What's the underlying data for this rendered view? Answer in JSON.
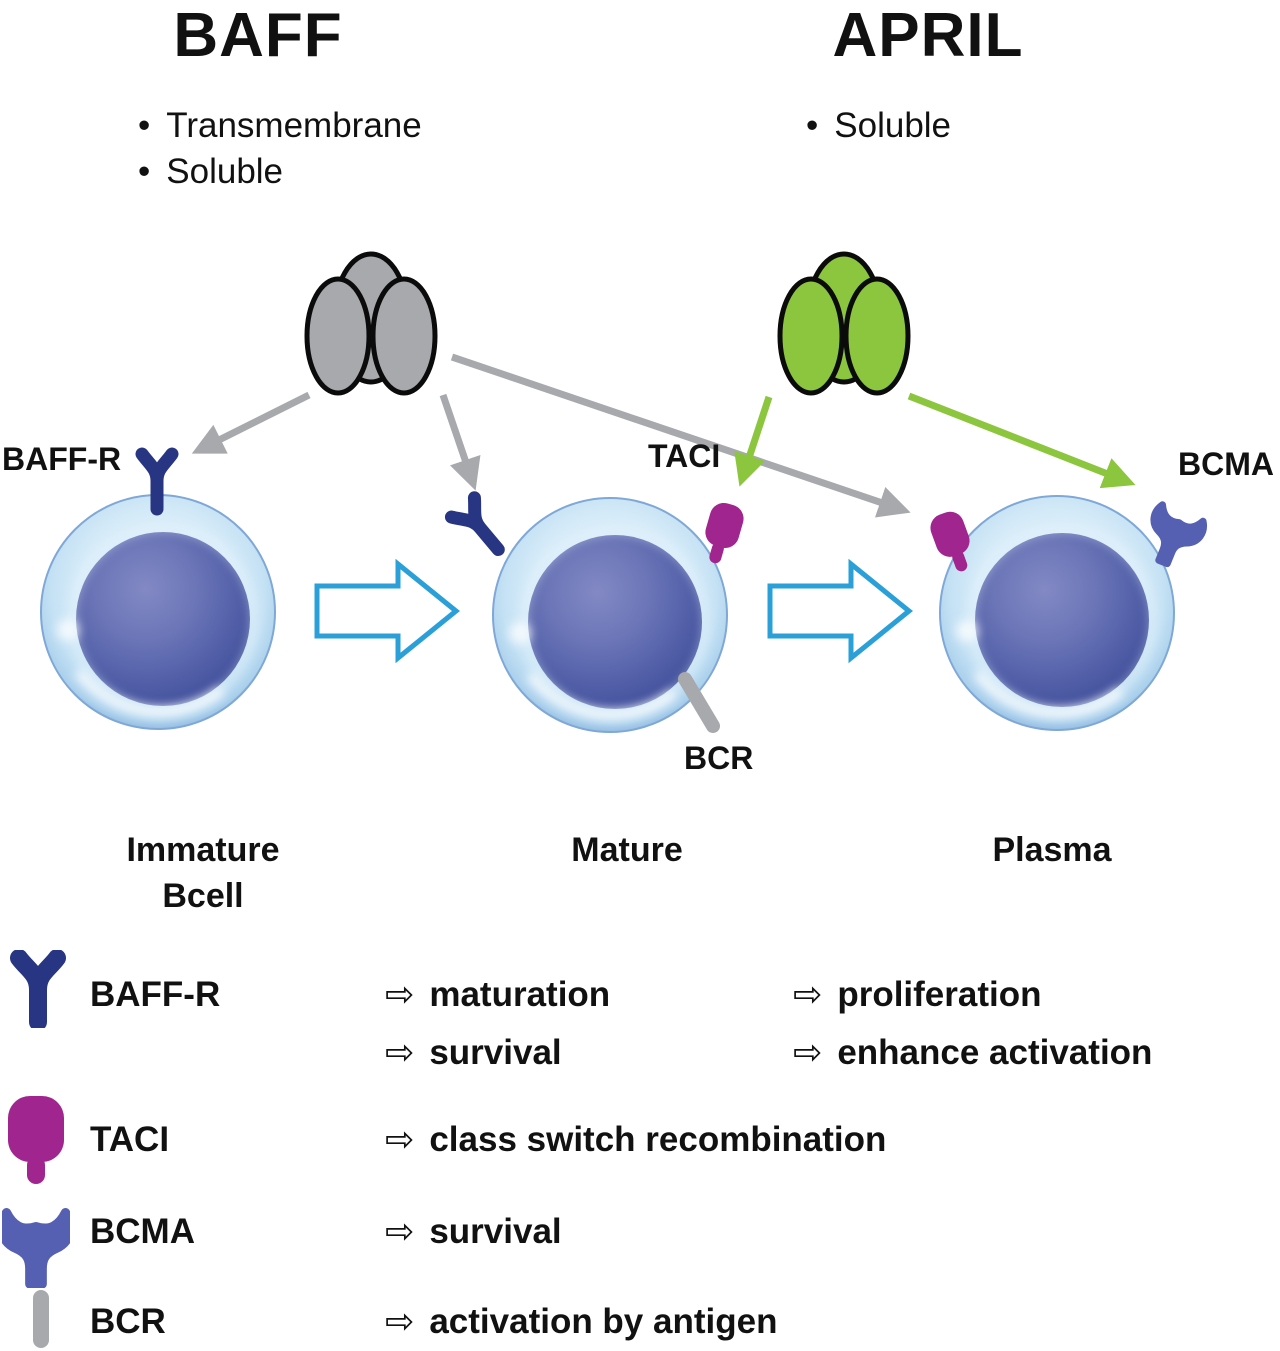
{
  "figure": {
    "bullet_char": "•",
    "baff": {
      "title": "BAFF",
      "bullets": [
        "Transmembrane",
        "Soluble"
      ]
    },
    "april": {
      "title": "APRIL",
      "bullets": [
        "Soluble"
      ]
    },
    "receptor_labels": {
      "baffr": "BAFF-R",
      "taci": "TACI",
      "bcma": "BCMA",
      "bcr": "BCR"
    },
    "stages": [
      {
        "line1": "Immature",
        "line2": "Bcell"
      },
      {
        "line1": "Mature"
      },
      {
        "line1": "Plasma"
      }
    ],
    "legend": {
      "arrow_char": "⇨",
      "rows": [
        {
          "receptor": "BAFF-R",
          "effects": [
            "maturation",
            "survival"
          ],
          "effects_col2": [
            "proliferation",
            "enhance activation"
          ]
        },
        {
          "receptor": "TACI",
          "effects": [
            "class switch recombination"
          ]
        },
        {
          "receptor": "BCMA",
          "effects": [
            "survival"
          ]
        },
        {
          "receptor": "BCR",
          "effects": [
            "activation by antigen"
          ]
        }
      ]
    },
    "colors": {
      "baff_trimer": "#a7a9ac",
      "april_trimer": "#8cc63e",
      "baffr_receptor": "#283583",
      "taci_receptor": "#a1258f",
      "bcma_receptor": "#5560b2",
      "bcr_receptor": "#a7a9ac",
      "flow_arrow_outline": "#2a9fd8",
      "text": "#111111"
    }
  }
}
